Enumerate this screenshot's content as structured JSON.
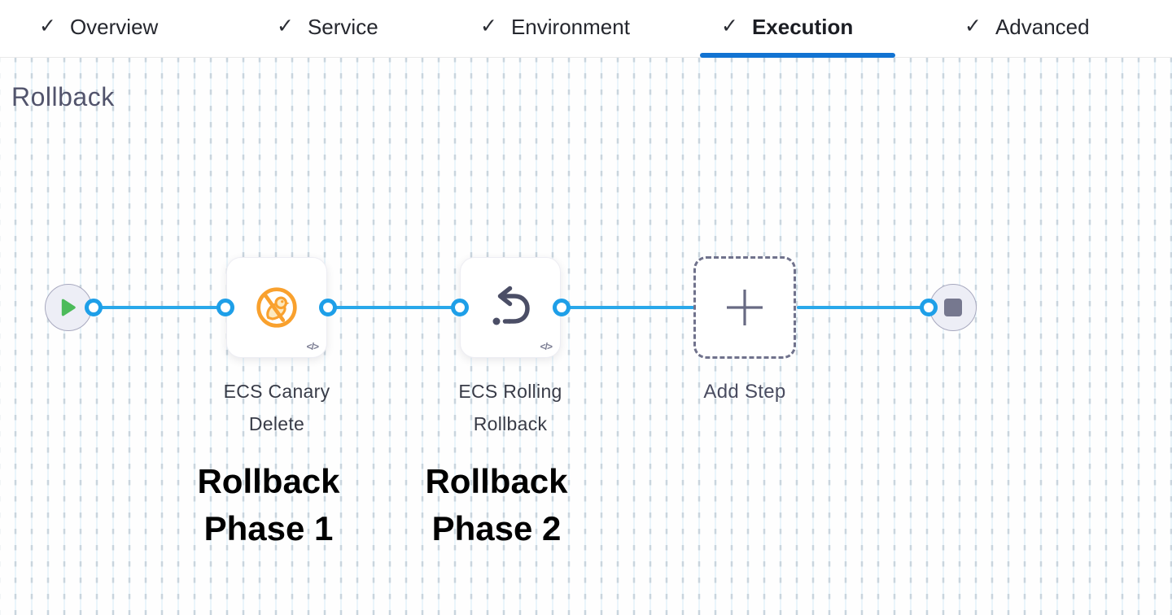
{
  "tabs": {
    "check_icon": "✓",
    "items": [
      {
        "label": "Overview",
        "active": false
      },
      {
        "label": "Service",
        "active": false
      },
      {
        "label": "Environment",
        "active": false
      },
      {
        "label": "Execution",
        "active": true
      },
      {
        "label": "Advanced",
        "active": false
      }
    ]
  },
  "section": {
    "title": "Rollback"
  },
  "pipeline": {
    "start_node": "start",
    "end_node": "stop",
    "steps": [
      {
        "name": "ECS Canary Delete",
        "icon": "canary-delete-icon"
      },
      {
        "name": "ECS Rolling Rollback",
        "icon": "rolling-rollback-icon"
      }
    ],
    "add_step_label": "Add Step",
    "code_icon": "</>"
  },
  "annotations": [
    {
      "text": "Rollback Phase 1"
    },
    {
      "text": "Rollback Phase 2"
    }
  ],
  "colors": {
    "active_tab_underline": "#1273d2",
    "flow_line_blue": "#29a8ea",
    "connector_ring_blue": "#1e9fe8",
    "canary_orange": "#f9a12e",
    "play_green": "#4cbb5a",
    "icon_slate": "#4b4e66",
    "terminal_fill": "#edeef6"
  }
}
